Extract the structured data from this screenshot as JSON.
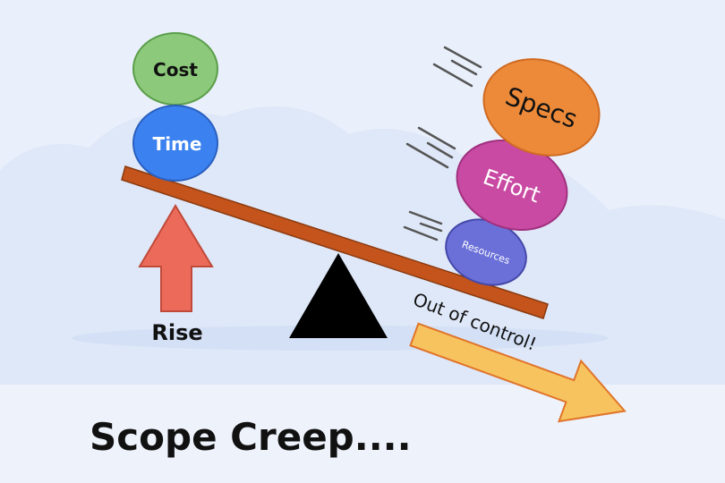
{
  "title": "Scope Creep....",
  "left_side": {
    "stack": [
      "Cost",
      "Time"
    ],
    "arrow_label": "Rise"
  },
  "right_side": {
    "stack": [
      "Specs",
      "Effort",
      "Resources"
    ],
    "arrow_label": "Out of control!"
  },
  "colors": {
    "cost": "#8cc97a",
    "time": "#3b82f0",
    "specs": "#ec8a3a",
    "effort": "#c94aa3",
    "resources": "#6a70d8",
    "beam": "#c4541c",
    "rise_arrow": "#ec6a5a",
    "out_arrow": "#f7c35f"
  }
}
